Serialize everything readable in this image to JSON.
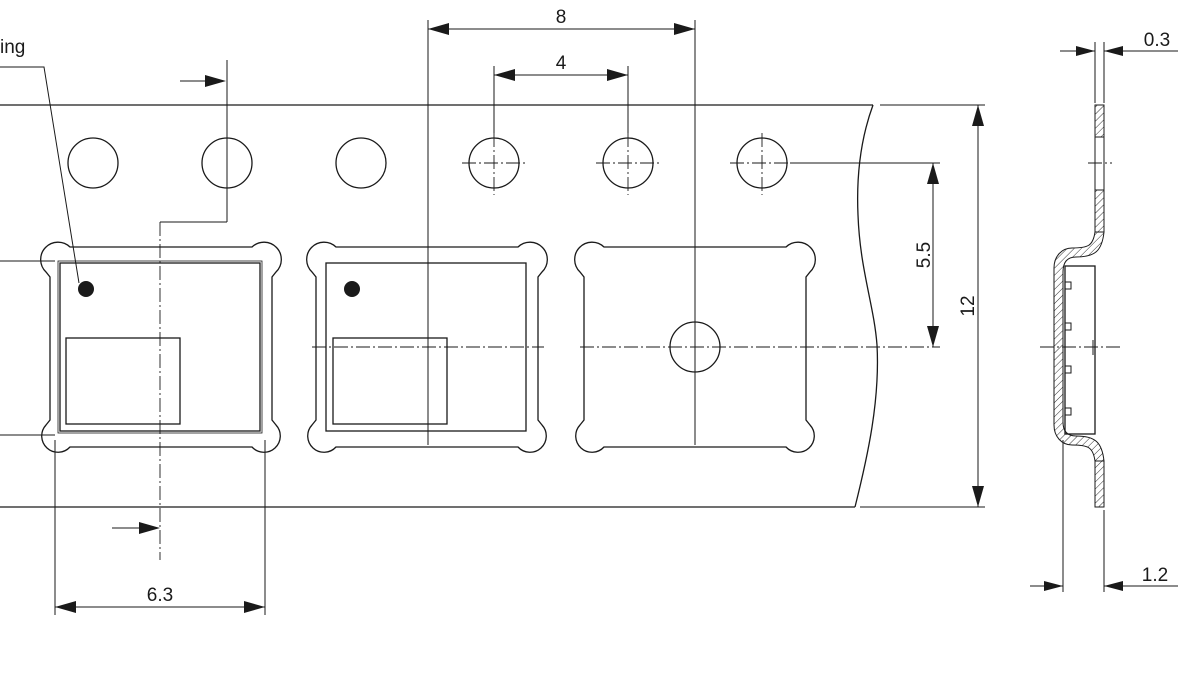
{
  "labels": {
    "orientation_marking": "ing"
  },
  "dimensions": {
    "pitch_pockets": "8",
    "pitch_holes": "4",
    "hole_to_pocket_center": "5.5",
    "tape_width": "12",
    "pocket_width": "6.3",
    "tape_thickness": "0.3",
    "pocket_depth": "1.2"
  },
  "colors": {
    "line": "#1a1a1a",
    "background": "#ffffff"
  }
}
